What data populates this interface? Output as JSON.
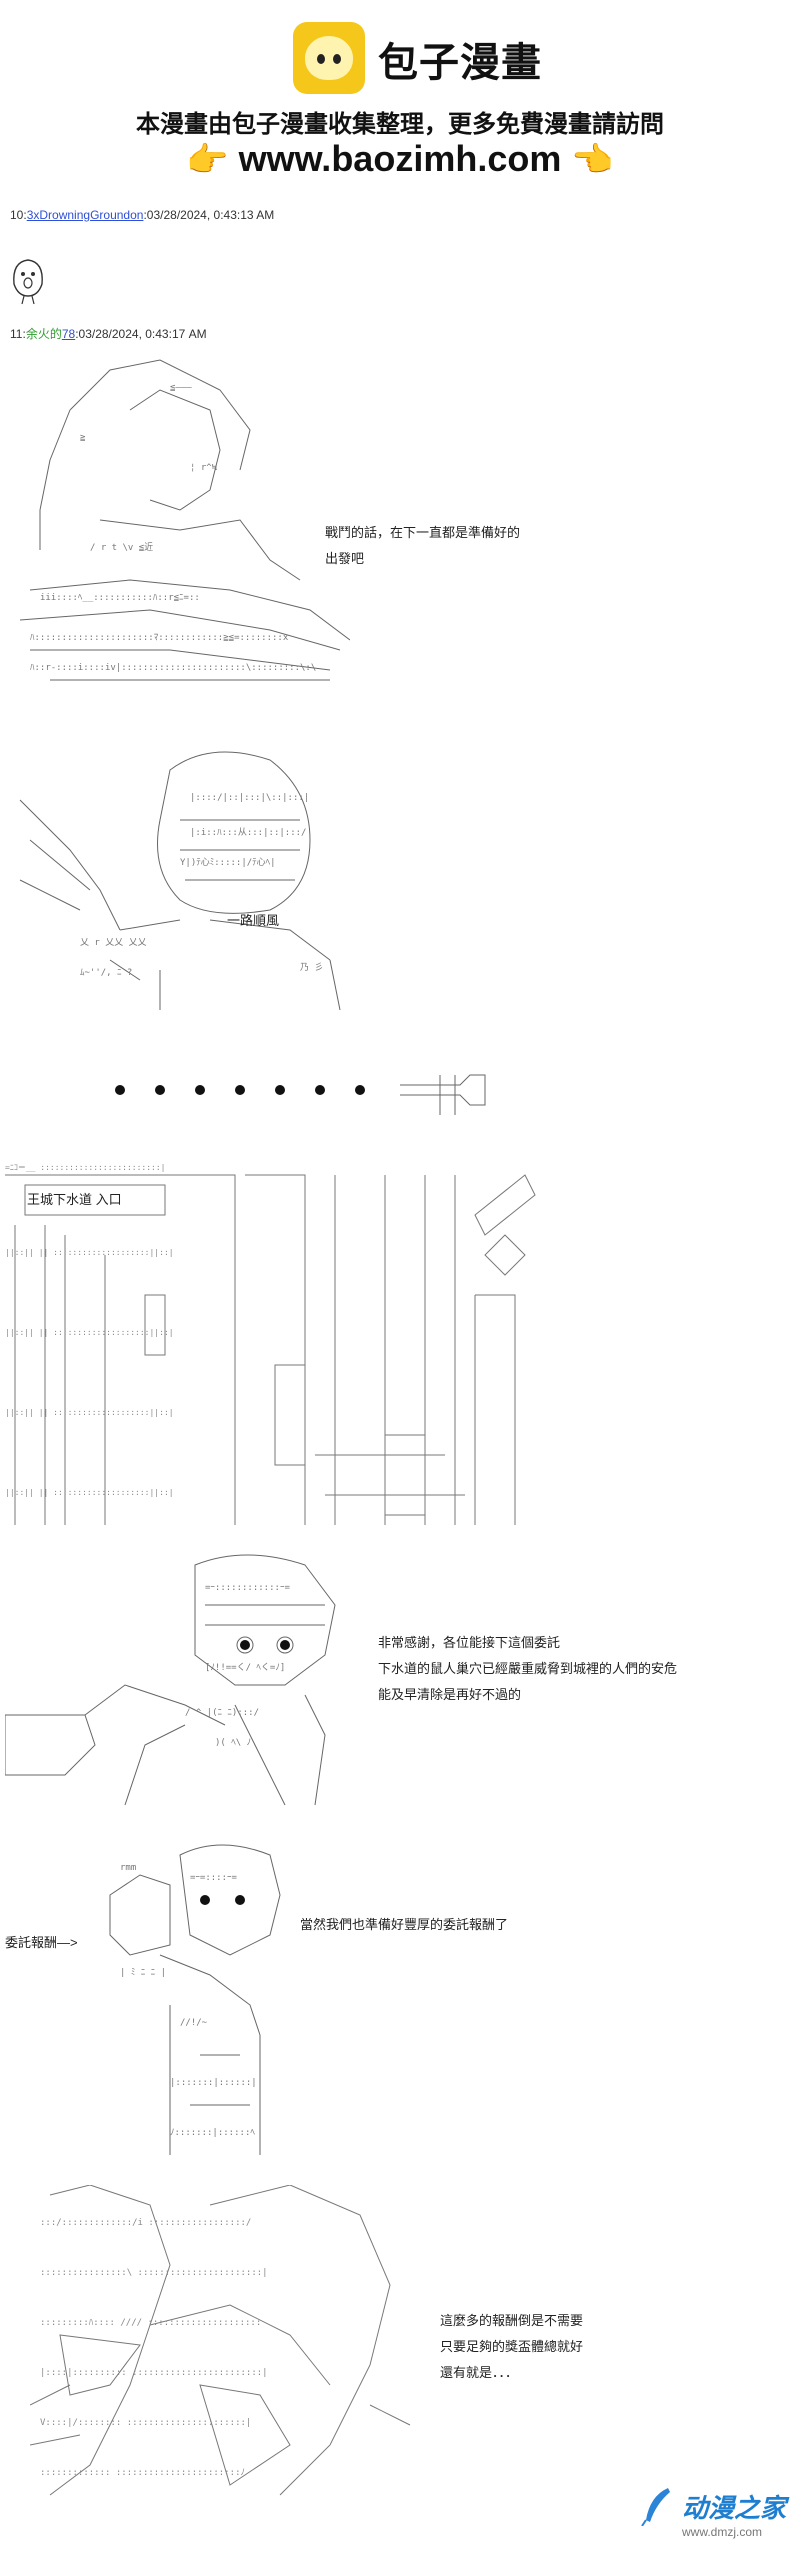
{
  "header": {
    "site_name": "包子漫畫",
    "slogan": "本漫畫由包子漫畫收集整理，更多免費漫畫請訪問",
    "url": "www.baozimh.com"
  },
  "post10": {
    "number": "10",
    "author": "3xDrowningGroundon",
    "datetime": ":03/28/2024, 0:43:13 AM"
  },
  "post11": {
    "number": "11",
    "author": "余火的",
    "author_suffix": "78",
    "datetime": ":03/28/2024, 0:43:17 AM"
  },
  "dialogue": {
    "line1": "戰鬥的話，在下一直都是準備好的",
    "line2": "出發吧",
    "line3": "一路順風",
    "sign": "王城下水道 入口",
    "line4": "非常感謝，各位能接下這個委託",
    "line5": "下水道的鼠人巢穴已經嚴重威脅到城裡的人們的安危",
    "line6": "能及早清除是再好不過的",
    "line7": "當然我們也準備好豐厚的委託報酬了",
    "reward_label": "委託報酬",
    "line8": "這麼多的報酬倒是不需要",
    "line9": "只要足夠的獎盃體總就好",
    "line10": "還有就是．．．"
  },
  "footer": {
    "brand": "动漫之家",
    "url": "www.dmzj.com"
  }
}
